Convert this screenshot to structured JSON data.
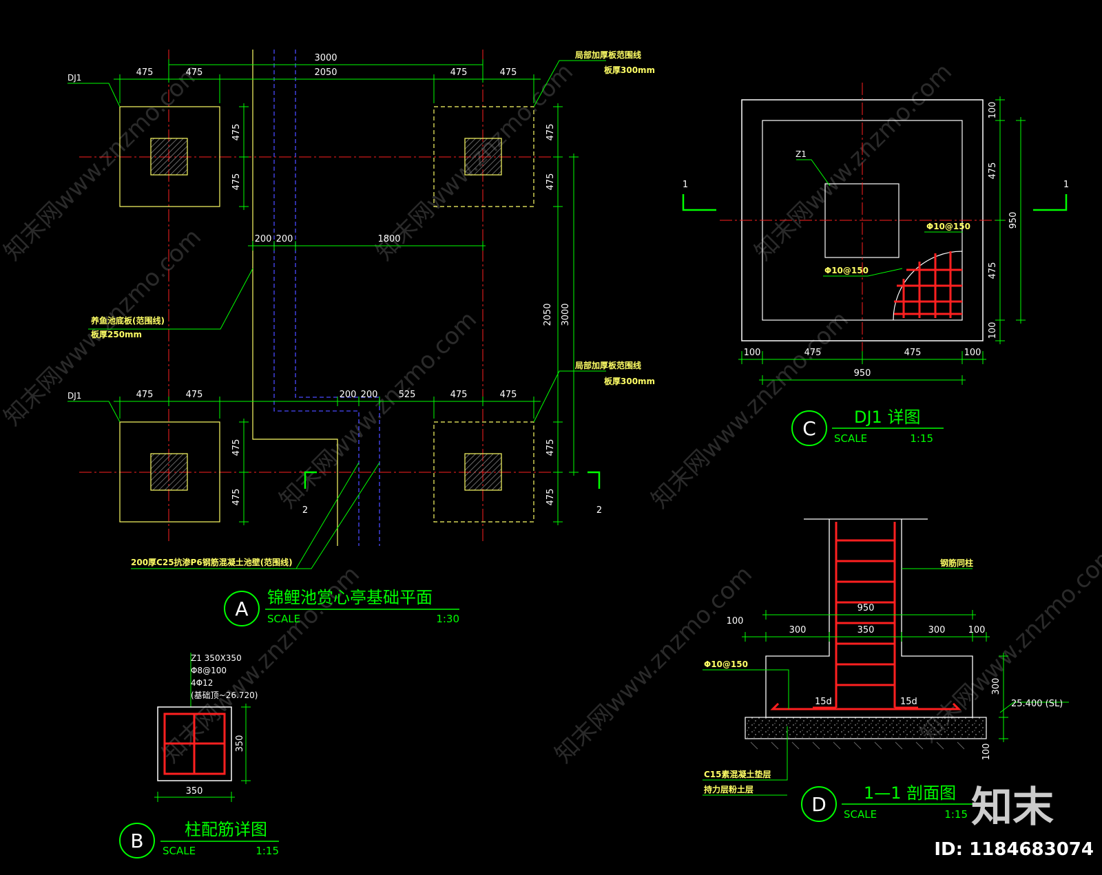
{
  "plan_a": {
    "dims_top": [
      "475",
      "475",
      "2050",
      "475",
      "475"
    ],
    "dim_total_top": "3000",
    "dims_mid": [
      "200",
      "200",
      "1800"
    ],
    "dims_bottom": [
      "475",
      "475",
      "200",
      "200",
      "525",
      "475",
      "475"
    ],
    "dims_side": [
      "475",
      "475",
      "475",
      "475",
      "475",
      "475",
      "475",
      "475"
    ],
    "dim_vertical_inner": "2050",
    "dim_vertical_outer": "3000",
    "label_dj1": "DJ1",
    "note_local_slab": "局部加厚板范围线",
    "note_slab_thk_300": "板厚300mm",
    "note_pond_slab": "养鱼池底板(范围线)",
    "note_slab_thk_250": "板厚250mm",
    "note_pond_wall": "200厚C25抗渗P6钢筋混凝土池壁(范围线)",
    "section_mark": "2",
    "bubble": "A",
    "title": "锦鲤池赏心亭基础平面",
    "scale_label": "SCALE",
    "scale_value": "1:30"
  },
  "detail_b": {
    "spec_lines": [
      "Z1 350X350",
      "Φ8@100",
      "4Φ12",
      "(基础顶~26.720)"
    ],
    "dim_w": "350",
    "dim_h": "350",
    "bubble": "B",
    "title": "柱配筋详图",
    "scale_label": "SCALE",
    "scale_value": "1:15"
  },
  "detail_c": {
    "label_z1": "Z1",
    "rebar_1": "Φ10@150",
    "rebar_2": "Φ10@150",
    "dims_bottom": [
      "100",
      "475",
      "475",
      "100"
    ],
    "dim_total": "950",
    "dims_right": [
      "100",
      "475",
      "475",
      "100"
    ],
    "dim_right_total": "950",
    "section_mark": "1",
    "bubble": "C",
    "title": "DJ1 详图",
    "scale_label": "SCALE",
    "scale_value": "1:15"
  },
  "detail_d": {
    "note_column_rebar": "钢筋同柱",
    "dim_total": "950",
    "dims": [
      "100",
      "300",
      "350",
      "300",
      "100"
    ],
    "rebar": "Φ10@150",
    "anchor_left": "15d",
    "anchor_right": "15d",
    "dim_height": "300",
    "dim_base": "100",
    "elevation": "25.400 (SL)",
    "note_pad": "C15素混凝土垫层",
    "note_soil": "持力层粉土层",
    "bubble": "D",
    "title": "1—1 剖面图",
    "scale_label": "SCALE",
    "scale_value": "1:15"
  },
  "watermark": {
    "text": "知末网www.znzmo.com",
    "brand": "知末",
    "id_text": "ID: 1184683074"
  },
  "colors": {
    "dimension": "#00ff00",
    "axis": "#ff2020",
    "outline": "#ffff66",
    "pond": "#4a4aff",
    "rebar": "#ff2020"
  }
}
